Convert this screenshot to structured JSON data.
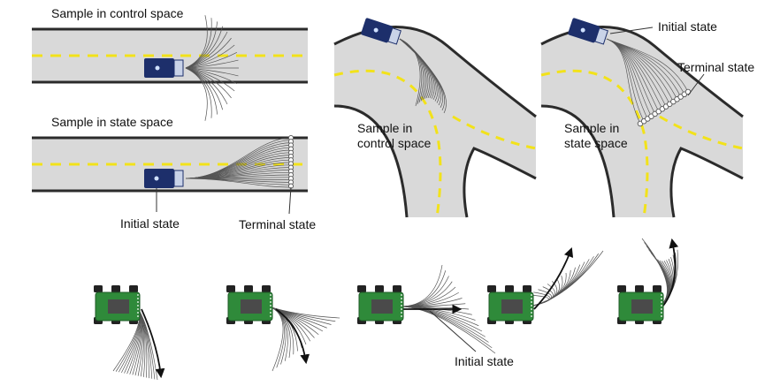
{
  "labels": {
    "panel_a_top": "Sample in control space",
    "panel_a_bottom": "Sample in state space",
    "panel_a_initial": "Initial state",
    "panel_a_terminal": "Terminal state",
    "panel_b_control": "Sample in control space",
    "panel_c_initial": "Initial state",
    "panel_c_terminal": "Terminal state",
    "panel_c_state": "Sample in state space",
    "panel_d_initial": "Initial state"
  },
  "colors": {
    "road": "#d9d9d9",
    "road_edge": "#2b2b2b",
    "lane_dashes": "#f2e21a",
    "car_body": "#1d2f6b",
    "rover_body": "#2f8a3a",
    "fan": "#555555"
  }
}
